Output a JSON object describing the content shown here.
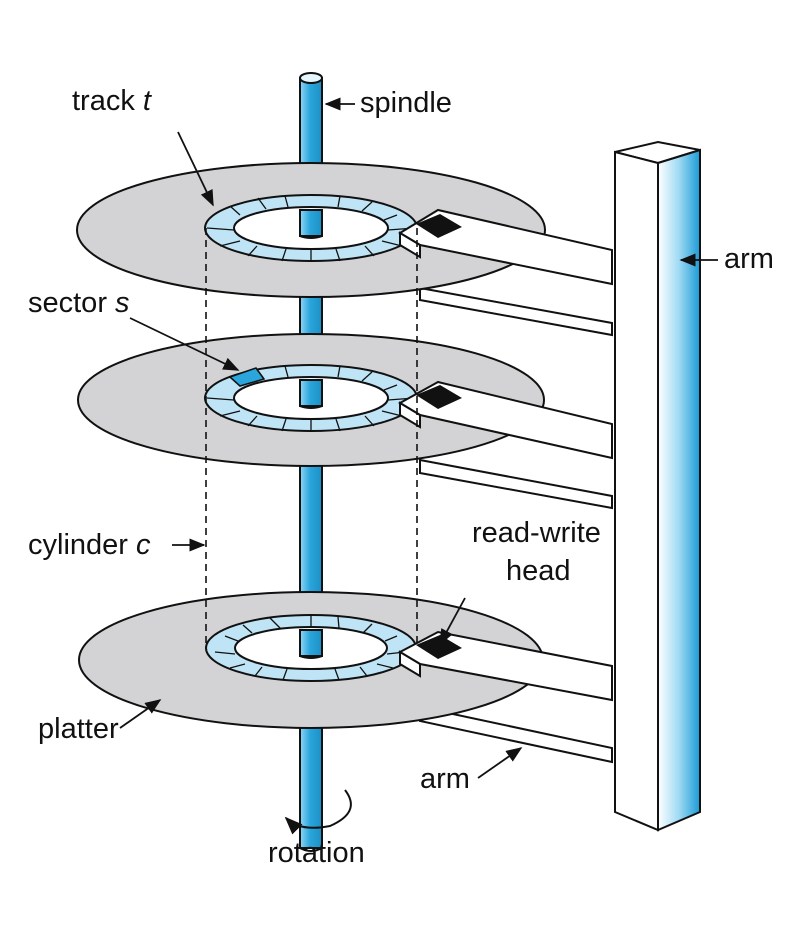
{
  "labels": {
    "track": "track",
    "track_var": "t",
    "spindle": "spindle",
    "arm_top": "arm",
    "sector": "sector",
    "sector_var": "s",
    "cylinder": "cylinder",
    "cylinder_var": "c",
    "read_write_line1": "read-write",
    "read_write_line2": "head",
    "platter": "platter",
    "arm_bottom": "arm",
    "rotation": "rotation"
  },
  "colors": {
    "platter": "#d3d3d5",
    "track_fill": "#bfe4f5",
    "sector_highlight": "#2aa6dc",
    "spindle": "#3cb1e3",
    "arm_gradient_edge": "#2aa6dc",
    "head": "#111111"
  }
}
